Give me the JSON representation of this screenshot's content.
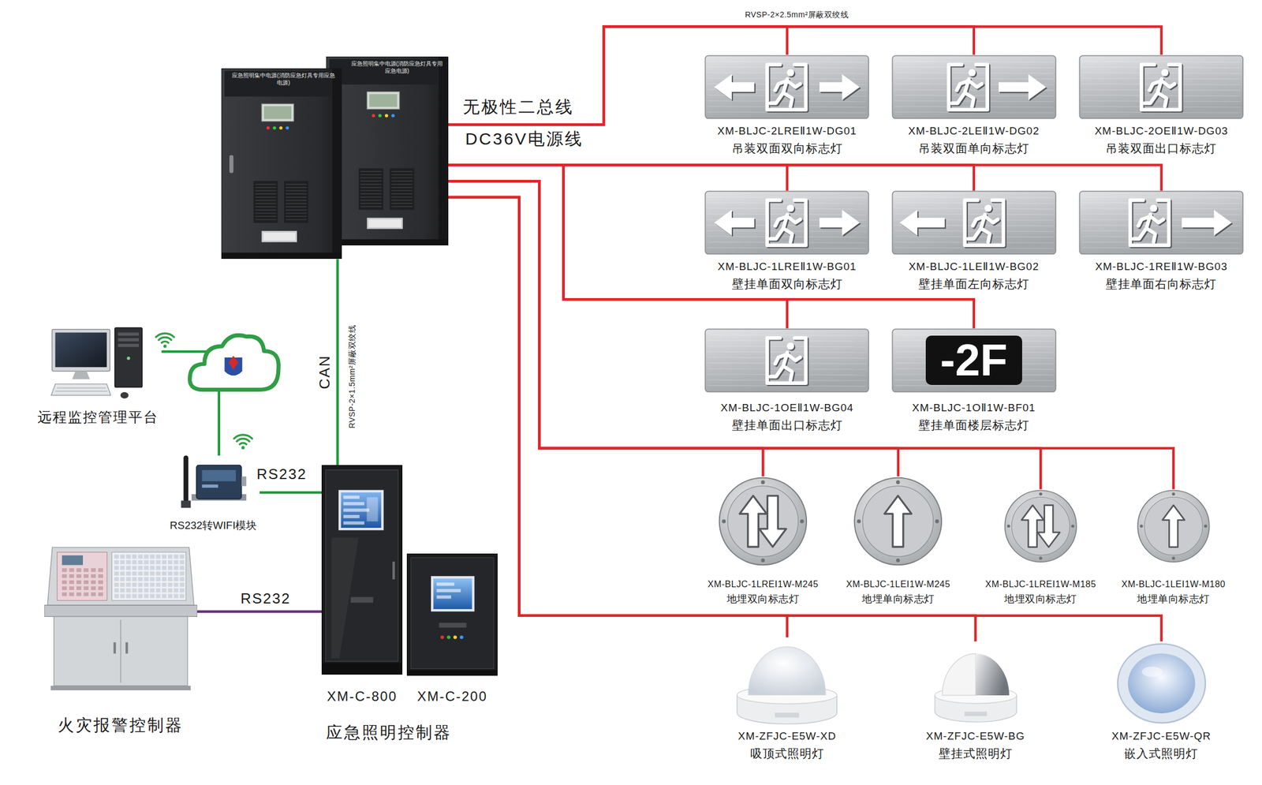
{
  "diagram": {
    "nodes": [
      {
        "text": [
          "应急照明集中电源(消防应急灯具专用应急电源)"
        ]
      },
      {
        "text": [
          "应急照明集中电源(消防应急灯具专用应急电源)"
        ]
      },
      {
        "text": [
          "远程监控管理平台"
        ]
      },
      {
        "text": [
          "RS232转WIFI模块"
        ]
      },
      {
        "text": [
          "火灾报警控制器"
        ]
      },
      {
        "text": [
          "XM-C-800"
        ]
      },
      {
        "text": [
          "XM-C-200"
        ]
      },
      {
        "text": [
          "XM-BLJC-2LREⅡ1W-DG01",
          "吊装双面双向标志灯"
        ]
      },
      {
        "text": [
          "XM-BLJC-2LEⅡ1W-DG02",
          "吊装双面单向标志灯"
        ]
      },
      {
        "text": [
          "XM-BLJC-2OEⅡ1W-DG03",
          "吊装双面出口标志灯"
        ]
      },
      {
        "text": [
          "XM-BLJC-1LREⅡ1W-BG01",
          "壁挂单面双向标志灯"
        ]
      },
      {
        "text": [
          "XM-BLJC-1LEⅡ1W-BG02",
          "壁挂单面左向标志灯"
        ]
      },
      {
        "text": [
          "XM-BLJC-1REⅡ1W-BG03",
          "壁挂单面右向标志灯"
        ]
      },
      {
        "text": [
          "XM-BLJC-1OEⅡ1W-BG04",
          "壁挂单面出口标志灯"
        ]
      },
      {
        "text": [
          "-2F",
          "XM-BLJC-1OⅡ1W-BF01",
          "壁挂单面楼层标志灯"
        ]
      },
      {
        "text": [
          "XM-BLJC-1LREⅠ1W-M245",
          "地埋双向标志灯"
        ]
      },
      {
        "text": [
          "XM-BLJC-1LEⅠ1W-M245",
          "地埋单向标志灯"
        ]
      },
      {
        "text": [
          "XM-BLJC-1LREⅠ1W-M185",
          "地埋双向标志灯"
        ]
      },
      {
        "text": [
          "XM-BLJC-1LEⅠ1W-M180",
          "地埋单向标志灯"
        ]
      },
      {
        "text": [
          "XM-ZFJC-E5W-XD",
          "吸顶式照明灯"
        ]
      },
      {
        "text": [
          "XM-ZFJC-E5W-BG",
          "壁挂式照明灯"
        ]
      },
      {
        "text": [
          "XM-ZFJC-E5W-QR",
          "嵌入式照明灯"
        ]
      }
    ],
    "edges": [
      {
        "from": 2,
        "to": 3,
        "arrow": "none"
      },
      {
        "from": 3,
        "to": 5,
        "label": "RS232",
        "arrow": "none"
      },
      {
        "from": 4,
        "to": 5,
        "label": "RS232",
        "arrow": "none"
      },
      {
        "from": 0,
        "to": 5,
        "label": "CAN",
        "arrow": "none"
      },
      {
        "from": 1,
        "to": 7,
        "arrow": "none"
      },
      {
        "from": 1,
        "to": 8,
        "arrow": "none"
      },
      {
        "from": 1,
        "to": 9,
        "arrow": "none"
      },
      {
        "from": 1,
        "to": 10,
        "arrow": "none"
      },
      {
        "from": 1,
        "to": 11,
        "arrow": "none"
      },
      {
        "from": 1,
        "to": 12,
        "arrow": "none"
      },
      {
        "from": 1,
        "to": 13,
        "arrow": "none"
      },
      {
        "from": 1,
        "to": 14,
        "arrow": "none"
      },
      {
        "from": 1,
        "to": 15,
        "arrow": "none"
      },
      {
        "from": 1,
        "to": 16,
        "arrow": "none"
      },
      {
        "from": 1,
        "to": 17,
        "arrow": "none"
      },
      {
        "from": 1,
        "to": 18,
        "arrow": "none"
      },
      {
        "from": 1,
        "to": 19,
        "arrow": "none"
      },
      {
        "from": 1,
        "to": 20,
        "arrow": "none"
      },
      {
        "from": 1,
        "to": 21,
        "arrow": "none"
      }
    ],
    "labels": [
      "RVSP-2×2.5mm²屏蔽双绞线",
      "无极性二总线",
      "DC36V电源线",
      "RVSP-2×1.5mm²屏蔽双绞线",
      "应急照明控制器"
    ]
  }
}
